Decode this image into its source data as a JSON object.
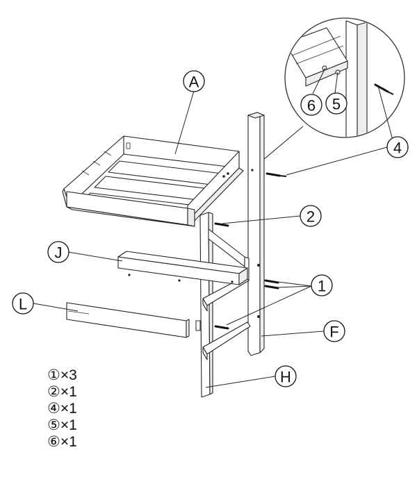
{
  "callouts": {
    "A": "A",
    "J": "J",
    "L": "L",
    "F": "F",
    "H": "H",
    "n1": "1",
    "n2": "2",
    "n4": "4",
    "n5": "5",
    "n6": "6"
  },
  "legend": [
    {
      "glyph": "①",
      "text": "×3"
    },
    {
      "glyph": "②",
      "text": "×1"
    },
    {
      "glyph": "④",
      "text": "×1"
    },
    {
      "glyph": "⑤",
      "text": "×1"
    },
    {
      "glyph": "⑥",
      "text": "×1"
    }
  ]
}
